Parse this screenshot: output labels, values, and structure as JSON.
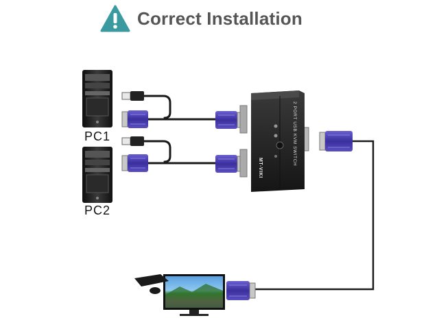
{
  "header": {
    "title": "Correct Installation",
    "icon": "warning-triangle-icon",
    "icon_color": "#3a9aa0"
  },
  "computers": [
    {
      "label": "PC1"
    },
    {
      "label": "PC2"
    }
  ],
  "kvm_switch": {
    "model_text": "2 PORT USB KVM SWITCH",
    "brand_text": "MT-VIKI"
  },
  "colors": {
    "vga_connector": "#4a3ea8",
    "cable": "#1a1a1a",
    "tower": "#1c1c1c",
    "switch_body": "#2a2a2a"
  }
}
